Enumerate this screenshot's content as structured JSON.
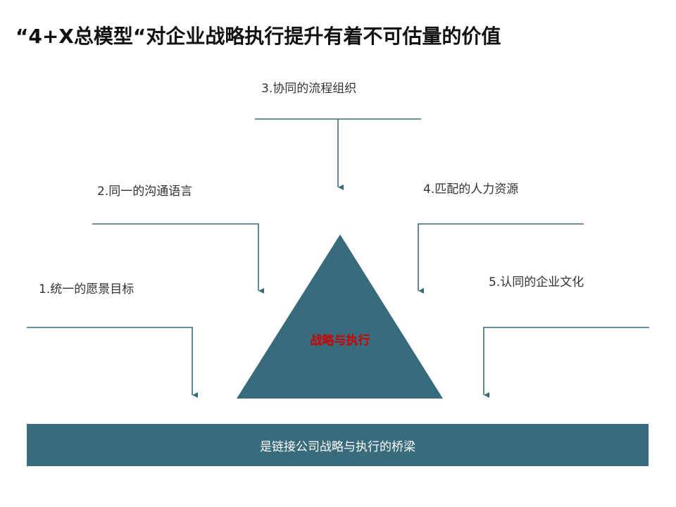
{
  "title": "“4+X总模型“对企业战略执行提升有着不可估量的价值",
  "colors": {
    "primary": "#386b7b",
    "center_text": "#cc0000",
    "bar_text": "#ffffff"
  },
  "pillars": [
    {
      "label": "1.统一的愿景目标"
    },
    {
      "label": "2.同一的沟通语言"
    },
    {
      "label": "3.协同的流程组织"
    },
    {
      "label": "4.匹配的人力资源"
    },
    {
      "label": "5.认同的企业文化"
    }
  ],
  "center": {
    "label": "战略与执行"
  },
  "bridge": {
    "label": "是链接公司战略与执行的桥梁"
  }
}
